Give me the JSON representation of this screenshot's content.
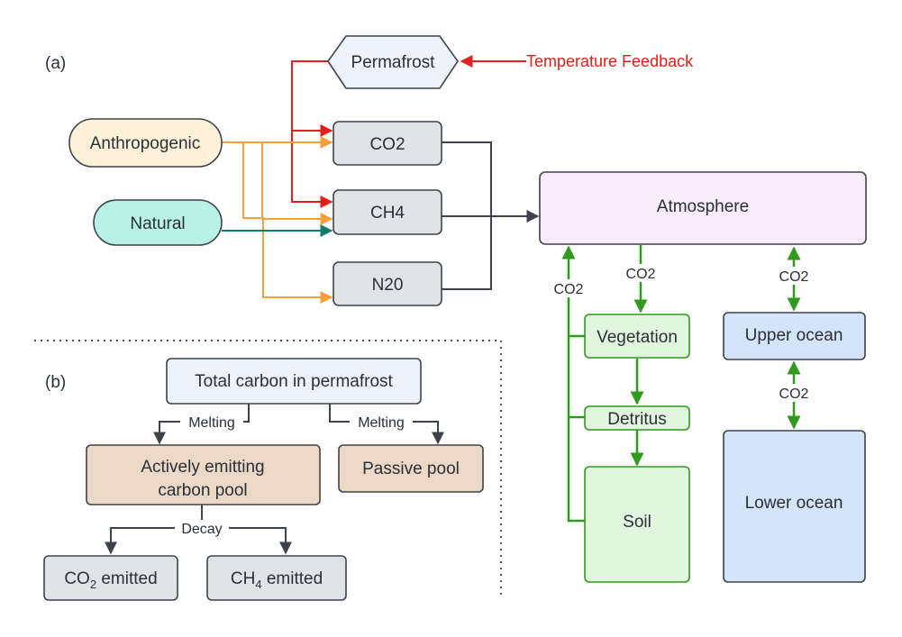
{
  "panels": {
    "a": "(a)",
    "b": "(b)"
  },
  "nodes": {
    "permafrost": "Permafrost",
    "temperature_feedback": "Temperature Feedback",
    "anthropogenic": "Anthropogenic",
    "natural": "Natural",
    "co2": "CO2",
    "ch4": "CH4",
    "n20": "N20",
    "atmosphere": "Atmosphere",
    "vegetation": "Vegetation",
    "detritus": "Detritus",
    "soil": "Soil",
    "upper_ocean": "Upper ocean",
    "lower_ocean": "Lower ocean",
    "total_carbon": "Total carbon in permafrost",
    "active_pool_line1": "Actively emitting",
    "active_pool_line2": "carbon pool",
    "passive_pool": "Passive pool",
    "co2_emitted_main": "CO",
    "co2_emitted_sub": "2",
    "co2_emitted_tail": " emitted",
    "ch4_emitted_main": "CH",
    "ch4_emitted_sub": "4",
    "ch4_emitted_tail": " emitted"
  },
  "edge_labels": {
    "atm_veg": "CO2",
    "soil_atm": "CO2",
    "atm_upper": "CO2",
    "upper_lower": "CO2",
    "melting_left": "Melting",
    "melting_right": "Melting",
    "decay": "Decay"
  },
  "colors": {
    "red": "#e0201c",
    "orange": "#f5a03c",
    "teal": "#137b6b",
    "green": "#2f9a1d",
    "dark": "#3e434b",
    "gray_fill": "#e1e3e7",
    "cream_fill": "#fdf1d9",
    "mint_fill": "#b8f1e6",
    "lavender_fill": "#f8ecfd",
    "light_green_fill": "#e1f6df",
    "blue_fill": "#d3e4fb",
    "light_blue_fill": "#ecf3fd",
    "tan_fill": "#ecd8c6"
  }
}
